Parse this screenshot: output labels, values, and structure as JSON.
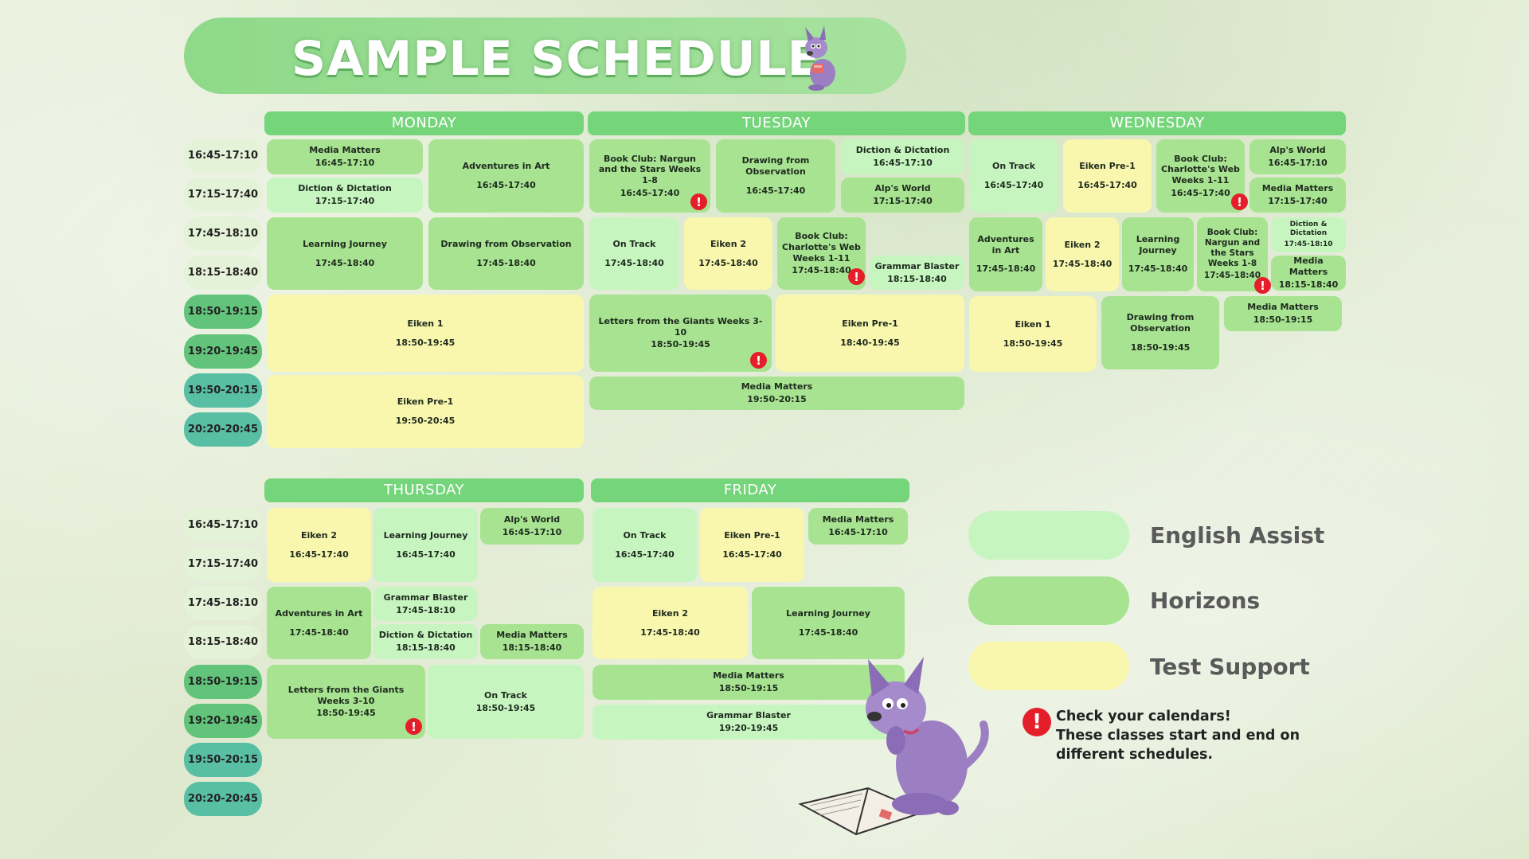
{
  "title": "SAMPLE SCHEDULE",
  "days": {
    "monday": "MONDAY",
    "tuesday": "TUESDAY",
    "wednesday": "WEDNESDAY",
    "thursday": "THURSDAY",
    "friday": "FRIDAY"
  },
  "time_slots": [
    "16:45-17:10",
    "17:15-17:40",
    "17:45-18:10",
    "18:15-18:40",
    "18:50-19:15",
    "19:20-19:45",
    "19:50-20:15",
    "20:20-20:45"
  ],
  "schedule": {
    "monday": [
      {
        "name": "Media Matters",
        "time": "16:45-17:10",
        "type": "horizons"
      },
      {
        "name": "Diction & Dictation",
        "time": "17:15-17:40",
        "type": "english_assist"
      },
      {
        "name": "Adventures in Art",
        "time": "16:45-17:40",
        "type": "horizons"
      },
      {
        "name": "Learning Journey",
        "time": "17:45-18:40",
        "type": "horizons"
      },
      {
        "name": "Drawing from Observation",
        "time": "17:45-18:40",
        "type": "horizons"
      },
      {
        "name": "Eiken 1",
        "time": "18:50-19:45",
        "type": "test_support"
      },
      {
        "name": "Eiken Pre-1",
        "time": "19:50-20:45",
        "type": "test_support"
      }
    ],
    "tuesday": [
      {
        "name": "Book Club: Nargun and the Stars Weeks 1-8",
        "time": "16:45-17:40",
        "type": "horizons",
        "alert": true
      },
      {
        "name": "Drawing from Observation",
        "time": "16:45-17:40",
        "type": "horizons"
      },
      {
        "name": "Diction & Dictation",
        "time": "16:45-17:10",
        "type": "english_assist"
      },
      {
        "name": "Alp's World",
        "time": "17:15-17:40",
        "type": "horizons"
      },
      {
        "name": "On Track",
        "time": "17:45-18:40",
        "type": "english_assist"
      },
      {
        "name": "Eiken 2",
        "time": "17:45-18:40",
        "type": "test_support"
      },
      {
        "name": "Book Club: Charlotte's Web Weeks 1-11",
        "time": "17:45-18:40",
        "type": "horizons",
        "alert": true
      },
      {
        "name": "Grammar Blaster",
        "time": "18:15-18:40",
        "type": "english_assist"
      },
      {
        "name": "Letters from the Giants Weeks 3-10",
        "time": "18:50-19:45",
        "type": "horizons",
        "alert": true
      },
      {
        "name": "Eiken Pre-1",
        "time": "18:40-19:45",
        "type": "test_support"
      },
      {
        "name": "Media Matters",
        "time": "19:50-20:15",
        "type": "horizons"
      }
    ],
    "wednesday": [
      {
        "name": "On Track",
        "time": "16:45-17:40",
        "type": "english_assist"
      },
      {
        "name": "Eiken Pre-1",
        "time": "16:45-17:40",
        "type": "test_support"
      },
      {
        "name": "Book Club: Charlotte's Web Weeks 1-11",
        "time": "16:45-17:40",
        "type": "horizons",
        "alert": true
      },
      {
        "name": "Alp's World",
        "time": "16:45-17:10",
        "type": "horizons"
      },
      {
        "name": "Media Matters",
        "time": "17:15-17:40",
        "type": "horizons"
      },
      {
        "name": "Adventures in Art",
        "time": "17:45-18:40",
        "type": "horizons"
      },
      {
        "name": "Eiken 2",
        "time": "17:45-18:40",
        "type": "test_support"
      },
      {
        "name": "Learning Journey",
        "time": "17:45-18:40",
        "type": "horizons"
      },
      {
        "name": "Book Club: Nargun and the Stars Weeks 1-8",
        "time": "17:45-18:40",
        "type": "horizons",
        "alert": true
      },
      {
        "name": "Diction & Dictation",
        "time": "17:45-18:10",
        "type": "english_assist"
      },
      {
        "name": "Media Matters",
        "time": "18:15-18:40",
        "type": "horizons"
      },
      {
        "name": "Eiken 1",
        "time": "18:50-19:45",
        "type": "test_support"
      },
      {
        "name": "Drawing from Observation",
        "time": "18:50-19:45",
        "type": "horizons"
      },
      {
        "name": "Media Matters",
        "time": "18:50-19:15",
        "type": "horizons"
      }
    ],
    "thursday": [
      {
        "name": "Eiken 2",
        "time": "16:45-17:40",
        "type": "test_support"
      },
      {
        "name": "Learning Journey",
        "time": "16:45-17:40",
        "type": "english_assist"
      },
      {
        "name": "Alp's World",
        "time": "16:45-17:10",
        "type": "horizons"
      },
      {
        "name": "Adventures in Art",
        "time": "17:45-18:40",
        "type": "horizons"
      },
      {
        "name": "Grammar Blaster",
        "time": "17:45-18:10",
        "type": "english_assist"
      },
      {
        "name": "Diction & Dictation",
        "time": "18:15-18:40",
        "type": "english_assist"
      },
      {
        "name": "Media Matters",
        "time": "18:15-18:40",
        "type": "horizons"
      },
      {
        "name": "Letters from the Giants Weeks 3-10",
        "time": "18:50-19:45",
        "type": "horizons",
        "alert": true
      },
      {
        "name": "On Track",
        "time": "18:50-19:45",
        "type": "english_assist"
      }
    ],
    "friday": [
      {
        "name": "On Track",
        "time": "16:45-17:40",
        "type": "english_assist"
      },
      {
        "name": "Eiken Pre-1",
        "time": "16:45-17:40",
        "type": "test_support"
      },
      {
        "name": "Media Matters",
        "time": "16:45-17:10",
        "type": "horizons"
      },
      {
        "name": "Eiken 2",
        "time": "17:45-18:40",
        "type": "test_support"
      },
      {
        "name": "Learning Journey",
        "time": "17:45-18:40",
        "type": "horizons"
      },
      {
        "name": "Media Matters",
        "time": "18:50-19:15",
        "type": "horizons"
      },
      {
        "name": "Grammar Blaster",
        "time": "19:20-19:45",
        "type": "english_assist"
      }
    ]
  },
  "legend": [
    {
      "label": "English Assist",
      "color": "#c7f5c0"
    },
    {
      "label": "Horizons",
      "color": "#a7e391"
    },
    {
      "label": "Test Support",
      "color": "#f9f7ad"
    }
  ],
  "note": {
    "line1": "Check your calendars!",
    "line2": "These classes start and end on",
    "line3": "different schedules."
  },
  "colors": {
    "english_assist": "#c7f5c0",
    "horizons": "#a7e391",
    "test_support": "#f9f7ad",
    "day_header": "#74d57a",
    "alert": "#e51f2a"
  },
  "icons": {
    "mascot": "purple-dog-icon",
    "alert": "exclamation-icon"
  }
}
